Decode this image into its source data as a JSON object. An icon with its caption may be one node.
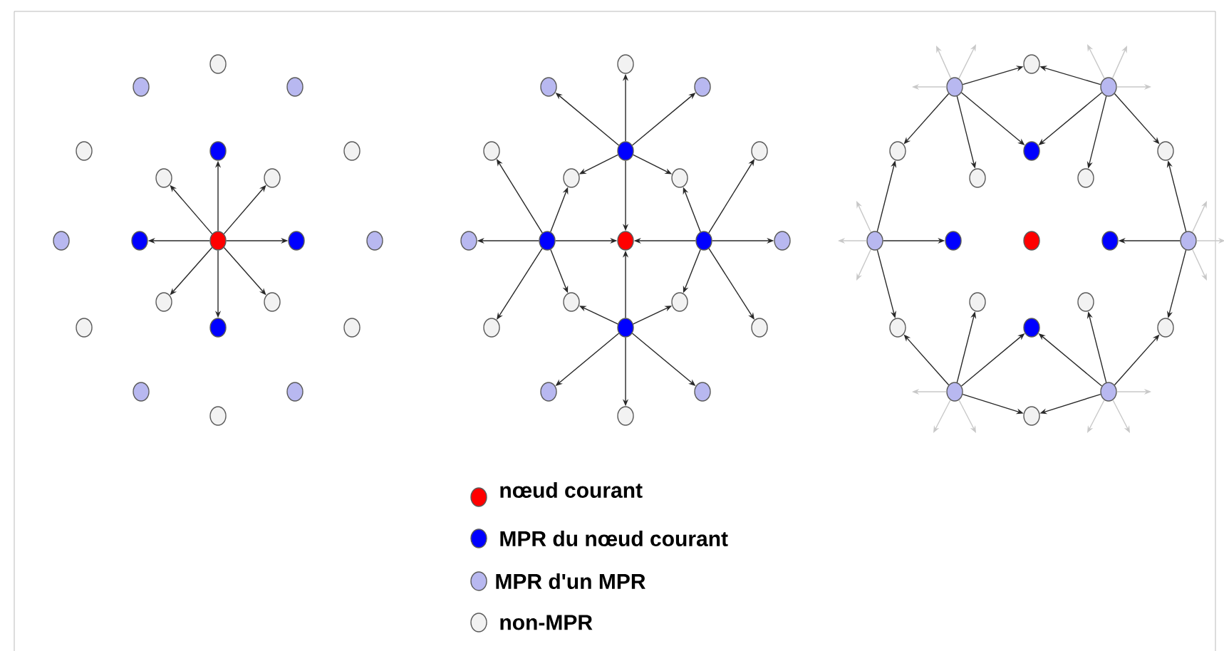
{
  "diagram": {
    "nodes": [
      {
        "text": [],
        "shape": "circle"
      },
      {
        "text": [],
        "shape": "circle"
      },
      {
        "text": [],
        "shape": "circle"
      },
      {
        "text": [],
        "shape": "circle"
      },
      {
        "text": [],
        "shape": "circle"
      },
      {
        "text": [],
        "shape": "circle"
      },
      {
        "text": [],
        "shape": "circle"
      },
      {
        "text": [],
        "shape": "circle"
      },
      {
        "text": [],
        "shape": "circle"
      },
      {
        "text": [],
        "shape": "circle"
      },
      {
        "text": [],
        "shape": "circle"
      },
      {
        "text": [],
        "shape": "circle"
      },
      {
        "text": [],
        "shape": "circle"
      },
      {
        "text": [],
        "shape": "circle"
      },
      {
        "text": [],
        "shape": "circle"
      },
      {
        "text": [],
        "shape": "circle"
      },
      {
        "text": [],
        "shape": "circle"
      },
      {
        "text": [],
        "shape": "circle"
      },
      {
        "text": [],
        "shape": "circle"
      },
      {
        "text": [],
        "shape": "circle"
      },
      {
        "text": [],
        "shape": "circle"
      },
      {
        "text": [],
        "shape": "circle"
      },
      {
        "text": [],
        "shape": "circle"
      },
      {
        "text": [],
        "shape": "circle"
      },
      {
        "text": [],
        "shape": "circle"
      },
      {
        "text": [],
        "shape": "circle"
      },
      {
        "text": [],
        "shape": "circle"
      },
      {
        "text": [],
        "shape": "circle"
      },
      {
        "text": [],
        "shape": "circle"
      },
      {
        "text": [],
        "shape": "circle"
      },
      {
        "text": [],
        "shape": "circle"
      },
      {
        "text": [],
        "shape": "circle"
      },
      {
        "text": [],
        "shape": "circle"
      },
      {
        "text": [],
        "shape": "circle"
      },
      {
        "text": [],
        "shape": "circle"
      },
      {
        "text": [],
        "shape": "circle"
      },
      {
        "text": [],
        "shape": "circle"
      },
      {
        "text": [],
        "shape": "circle"
      },
      {
        "text": [],
        "shape": "circle"
      },
      {
        "text": [],
        "shape": "circle"
      },
      {
        "text": [],
        "shape": "circle"
      },
      {
        "text": [],
        "shape": "circle"
      },
      {
        "text": [],
        "shape": "circle"
      },
      {
        "text": [],
        "shape": "circle"
      },
      {
        "text": [],
        "shape": "circle"
      },
      {
        "text": [],
        "shape": "circle"
      },
      {
        "text": [],
        "shape": "circle"
      },
      {
        "text": [],
        "shape": "circle"
      },
      {
        "text": [],
        "shape": "circle"
      },
      {
        "text": [],
        "shape": "circle"
      },
      {
        "text": [],
        "shape": "circle"
      },
      {
        "text": [],
        "shape": "circle"
      },
      {
        "text": [],
        "shape": "circle"
      },
      {
        "text": [],
        "shape": "circle"
      },
      {
        "text": [],
        "shape": "circle"
      },
      {
        "text": [],
        "shape": "circle"
      },
      {
        "text": [],
        "shape": "circle"
      },
      {
        "text": [],
        "shape": "circle"
      },
      {
        "text": [],
        "shape": "circle"
      },
      {
        "text": [],
        "shape": "circle"
      },
      {
        "text": [],
        "shape": "circle"
      },
      {
        "text": [],
        "shape": "circle"
      },
      {
        "text": [],
        "shape": "circle"
      }
    ],
    "edges": [
      {
        "from": 10,
        "to": 4,
        "arrow": "to"
      },
      {
        "from": 10,
        "to": 6,
        "arrow": "to"
      },
      {
        "from": 10,
        "to": 7,
        "arrow": "to"
      },
      {
        "from": 10,
        "to": 9,
        "arrow": "to"
      },
      {
        "from": 10,
        "to": 11,
        "arrow": "to"
      },
      {
        "from": 10,
        "to": 13,
        "arrow": "to"
      },
      {
        "from": 10,
        "to": 14,
        "arrow": "to"
      },
      {
        "from": 10,
        "to": 16,
        "arrow": "to"
      },
      {
        "from": 25,
        "to": 21,
        "arrow": "to"
      },
      {
        "from": 25,
        "to": 22,
        "arrow": "to"
      },
      {
        "from": 25,
        "to": 23,
        "arrow": "to"
      },
      {
        "from": 25,
        "to": 27,
        "arrow": "to"
      },
      {
        "from": 25,
        "to": 28,
        "arrow": "to"
      },
      {
        "from": 25,
        "to": 31,
        "arrow": "to"
      },
      {
        "from": 30,
        "to": 24,
        "arrow": "to"
      },
      {
        "from": 30,
        "to": 29,
        "arrow": "to"
      },
      {
        "from": 30,
        "to": 36,
        "arrow": "to"
      },
      {
        "from": 30,
        "to": 27,
        "arrow": "to"
      },
      {
        "from": 30,
        "to": 34,
        "arrow": "to"
      },
      {
        "from": 30,
        "to": 31,
        "arrow": "to"
      },
      {
        "from": 32,
        "to": 26,
        "arrow": "to"
      },
      {
        "from": 32,
        "to": 33,
        "arrow": "to"
      },
      {
        "from": 32,
        "to": 38,
        "arrow": "to"
      },
      {
        "from": 32,
        "to": 28,
        "arrow": "to"
      },
      {
        "from": 32,
        "to": 35,
        "arrow": "to"
      },
      {
        "from": 32,
        "to": 31,
        "arrow": "to"
      },
      {
        "from": 37,
        "to": 41,
        "arrow": "to"
      },
      {
        "from": 37,
        "to": 39,
        "arrow": "to"
      },
      {
        "from": 37,
        "to": 40,
        "arrow": "to"
      },
      {
        "from": 37,
        "to": 34,
        "arrow": "to"
      },
      {
        "from": 37,
        "to": 35,
        "arrow": "to"
      },
      {
        "from": 37,
        "to": 31,
        "arrow": "to"
      },
      {
        "from": 43,
        "to": 42,
        "arrow": "to"
      },
      {
        "from": 43,
        "to": 45,
        "arrow": "to"
      },
      {
        "from": 43,
        "to": 48,
        "arrow": "to"
      },
      {
        "from": 43,
        "to": 46,
        "arrow": "to"
      },
      {
        "from": 44,
        "to": 42,
        "arrow": "to"
      },
      {
        "from": 44,
        "to": 46,
        "arrow": "to"
      },
      {
        "from": 44,
        "to": 49,
        "arrow": "to"
      },
      {
        "from": 44,
        "to": 47,
        "arrow": "to"
      },
      {
        "from": 50,
        "to": 45,
        "arrow": "to"
      },
      {
        "from": 50,
        "to": 51,
        "arrow": "to"
      },
      {
        "from": 50,
        "to": 57,
        "arrow": "to"
      },
      {
        "from": 54,
        "to": 47,
        "arrow": "to"
      },
      {
        "from": 54,
        "to": 53,
        "arrow": "to"
      },
      {
        "from": 54,
        "to": 59,
        "arrow": "to"
      },
      {
        "from": 60,
        "to": 57,
        "arrow": "to"
      },
      {
        "from": 60,
        "to": 55,
        "arrow": "to"
      },
      {
        "from": 60,
        "to": 58,
        "arrow": "to"
      },
      {
        "from": 60,
        "to": 62,
        "arrow": "to"
      },
      {
        "from": 61,
        "to": 58,
        "arrow": "to"
      },
      {
        "from": 61,
        "to": 56,
        "arrow": "to"
      },
      {
        "from": 61,
        "to": 59,
        "arrow": "to"
      },
      {
        "from": 61,
        "to": 62,
        "arrow": "to"
      },
      {
        "from": 43,
        "to": null,
        "arrow": "to",
        "color": "#c8c8c8"
      },
      {
        "from": 43,
        "to": null,
        "arrow": "to",
        "color": "#c8c8c8"
      },
      {
        "from": 43,
        "to": null,
        "arrow": "to",
        "color": "#c8c8c8"
      },
      {
        "from": 44,
        "to": null,
        "arrow": "to",
        "color": "#c8c8c8"
      },
      {
        "from": 44,
        "to": null,
        "arrow": "to",
        "color": "#c8c8c8"
      },
      {
        "from": 44,
        "to": null,
        "arrow": "to",
        "color": "#c8c8c8"
      },
      {
        "from": 50,
        "to": null,
        "arrow": "to",
        "color": "#c8c8c8"
      },
      {
        "from": 50,
        "to": null,
        "arrow": "to",
        "color": "#c8c8c8"
      },
      {
        "from": 50,
        "to": null,
        "arrow": "to",
        "color": "#c8c8c8"
      },
      {
        "from": 54,
        "to": null,
        "arrow": "to",
        "color": "#c8c8c8"
      },
      {
        "from": 54,
        "to": null,
        "arrow": "to",
        "color": "#c8c8c8"
      },
      {
        "from": 54,
        "to": null,
        "arrow": "to",
        "color": "#c8c8c8"
      },
      {
        "from": 60,
        "to": null,
        "arrow": "to",
        "color": "#c8c8c8"
      },
      {
        "from": 60,
        "to": null,
        "arrow": "to",
        "color": "#c8c8c8"
      },
      {
        "from": 60,
        "to": null,
        "arrow": "to",
        "color": "#c8c8c8"
      },
      {
        "from": 61,
        "to": null,
        "arrow": "to",
        "color": "#c8c8c8"
      },
      {
        "from": 61,
        "to": null,
        "arrow": "to",
        "color": "#c8c8c8"
      },
      {
        "from": 61,
        "to": null,
        "arrow": "to",
        "color": "#c8c8c8"
      }
    ],
    "legend": [
      {
        "text": "nœud courant",
        "color": "#ff0000"
      },
      {
        "text": "MPR du nœud courant",
        "color": "#0000ff"
      },
      {
        "text": "MPR d'un MPR",
        "color": "#b8b8f0"
      },
      {
        "text": "non-MPR",
        "color": "#f2f2f2"
      }
    ]
  }
}
